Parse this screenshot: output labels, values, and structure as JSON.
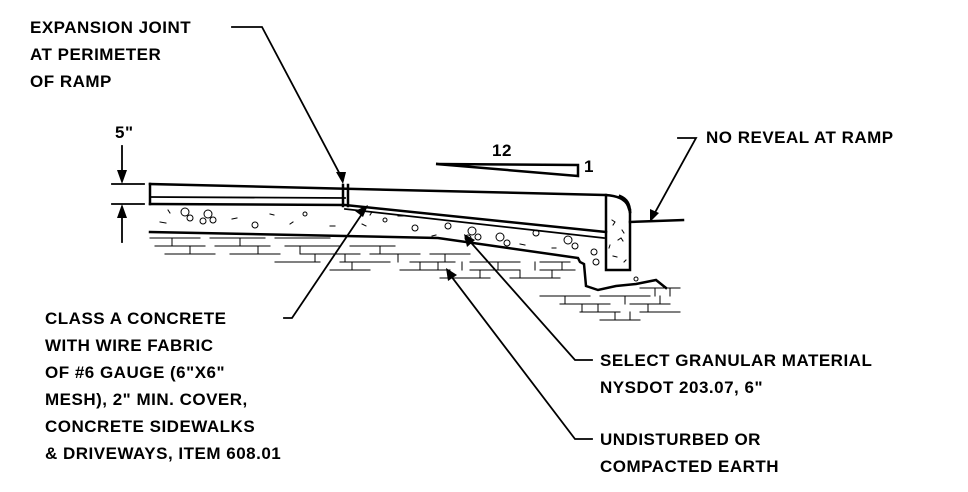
{
  "labels": {
    "expansion_joint": [
      "EXPANSION JOINT",
      "AT PERIMETER",
      "OF RAMP"
    ],
    "thickness": "5\"",
    "slope_run": "12",
    "slope_rise": "1",
    "no_reveal": "NO REVEAL AT RAMP",
    "concrete": [
      "CLASS A CONCRETE",
      "WITH WIRE FABRIC",
      "OF #6 GAUGE (6\"X6\"",
      "MESH), 2\" MIN. COVER,",
      "CONCRETE SIDEWALKS",
      "& DRIVEWAYS, ITEM 608.01"
    ],
    "granular": [
      "SELECT GRANULAR MATERIAL",
      "NYSDOT 203.07, 6\""
    ],
    "earth": [
      "UNDISTURBED OR",
      "COMPACTED EARTH"
    ]
  }
}
